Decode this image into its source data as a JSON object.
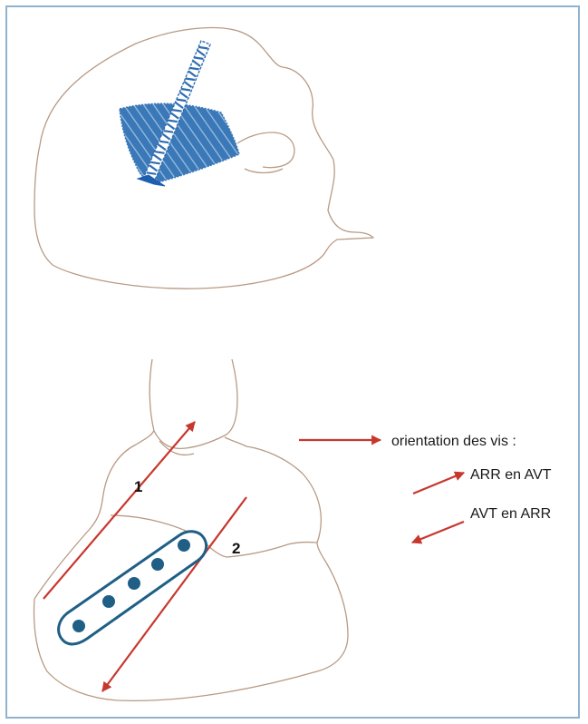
{
  "colors": {
    "frame": "#8fb3cf",
    "bone_outline": "#b89a84",
    "graft_blue": "#3b78b8",
    "screw_blue": "#2f6db0",
    "plate_blue": "#1f5f86",
    "arrow_red": "#c8372d"
  },
  "labels": {
    "screw_1": "1",
    "screw_2": "2"
  },
  "legend": {
    "title": "orientation des vis :",
    "item_1": "ARR en AVT",
    "item_2": "AVT en ARR"
  }
}
